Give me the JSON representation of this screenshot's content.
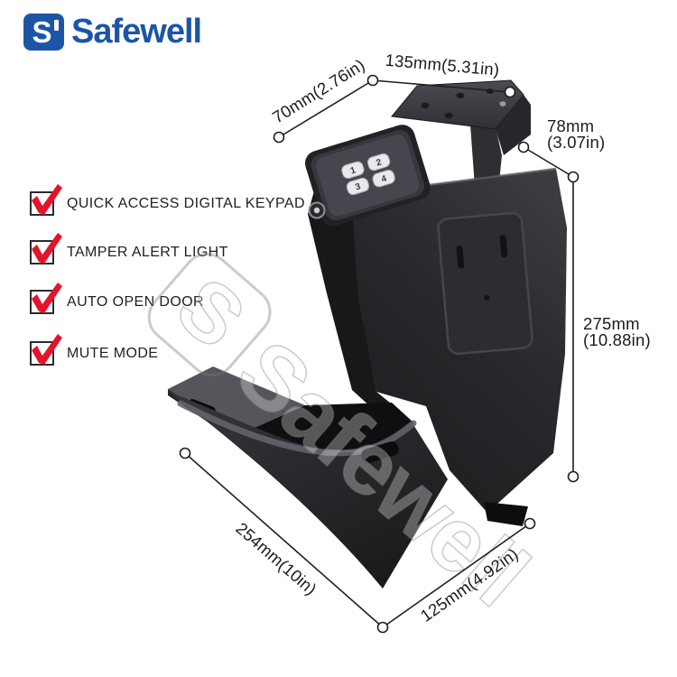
{
  "brand": {
    "logo_text": "Safewell",
    "logo_initial": "S",
    "logo_color": "#1c55a6"
  },
  "features": {
    "items": [
      {
        "label": "QUICK ACCESS DIGITAL KEYPAD"
      },
      {
        "label": "TAMPER ALERT LIGHT"
      },
      {
        "label": "AUTO OPEN DOOR"
      },
      {
        "label": "MUTE MODE"
      }
    ],
    "check_color": "#e4132b"
  },
  "dimensions": {
    "top_depth": "70mm(2.76in)",
    "top_width": "135mm(5.31in)",
    "bracket_height": [
      "78mm",
      "(3.07in)"
    ],
    "body_height": [
      "275mm",
      "(10.88in)"
    ],
    "base_length": "254mm(10in)",
    "base_depth": "125mm(4.92in)"
  },
  "watermark": {
    "text": "Safewell",
    "initial": "S"
  },
  "product": {
    "keypad_keys": [
      "1",
      "2",
      "3",
      "4"
    ]
  }
}
